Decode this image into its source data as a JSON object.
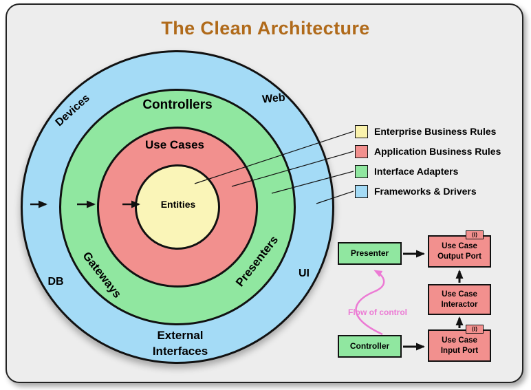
{
  "title": "The Clean Architecture",
  "diagram": {
    "rings": {
      "controllers": "Controllers",
      "use_cases": "Use Cases",
      "entities": "Entities",
      "devices": "Devices",
      "web": "Web",
      "db": "DB",
      "ui": "UI",
      "gateways": "Gateways",
      "presenters": "Presenters",
      "external_line1": "External",
      "external_line2": "Interfaces"
    }
  },
  "legend": {
    "items": [
      {
        "label": "Enterprise Business Rules",
        "color": "#FAF2AC"
      },
      {
        "label": "Application Business Rules",
        "color": "#F2908E"
      },
      {
        "label": "Interface Adapters",
        "color": "#90E7A0"
      },
      {
        "label": "Frameworks & Drivers",
        "color": "#A4DBF6"
      }
    ]
  },
  "flow_diagram": {
    "presenter": "Presenter",
    "controller": "Controller",
    "output_port": [
      "Use Case",
      "Output Port"
    ],
    "interactor": [
      "Use Case",
      "Interactor"
    ],
    "input_port": [
      "Use Case",
      "Input Port"
    ],
    "interface_badge": "⟨I⟩",
    "flow_label": "Flow of control"
  },
  "colors": {
    "entities_yellow": "#FAF5B8",
    "use_cases_red": "#F2908E",
    "adapters_green": "#90E7A0",
    "frameworks_blue": "#A4DBF6",
    "title_brown": "#B06A1A",
    "flow_pink": "#EC7AD4",
    "card_background": "#EDEDED"
  }
}
